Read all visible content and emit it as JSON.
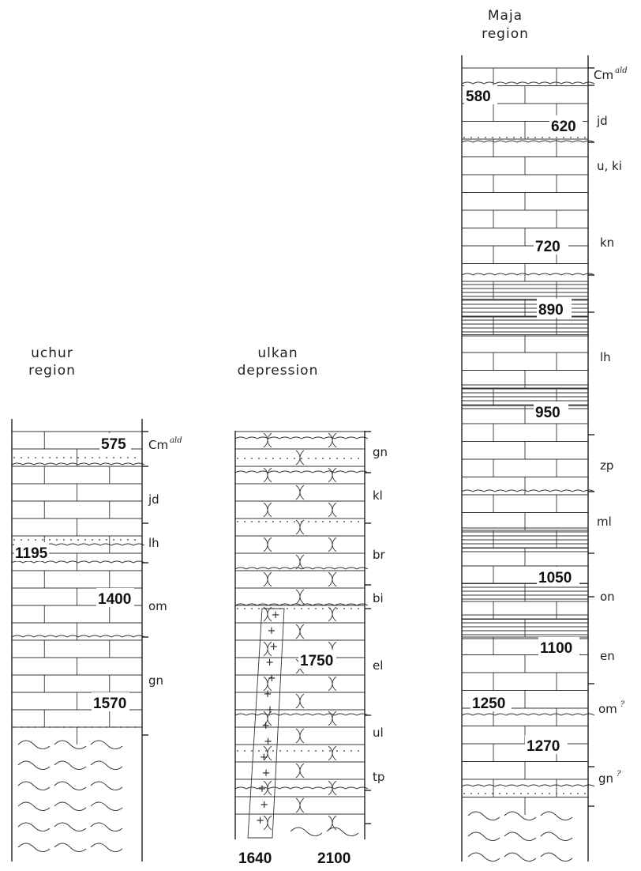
{
  "columns": [
    {
      "id": "uchur",
      "title": [
        "uchur",
        "region"
      ],
      "units": [
        {
          "code": "Cm",
          "sup": "ald"
        },
        {
          "code": "jd",
          "sup": ""
        },
        {
          "code": "lh",
          "sup": ""
        },
        {
          "code": "om",
          "sup": ""
        },
        {
          "code": "gn",
          "sup": ""
        }
      ],
      "ages": [
        "575",
        "1195",
        "1400",
        "1570"
      ]
    },
    {
      "id": "ulkan",
      "title": [
        "ulkan",
        "depression"
      ],
      "units": [
        {
          "code": "gn",
          "sup": ""
        },
        {
          "code": "kl",
          "sup": ""
        },
        {
          "code": "br",
          "sup": ""
        },
        {
          "code": "bi",
          "sup": ""
        },
        {
          "code": "el",
          "sup": ""
        },
        {
          "code": "ul",
          "sup": ""
        },
        {
          "code": "tp",
          "sup": ""
        }
      ],
      "ages": [
        "1750",
        "1640",
        "2100"
      ]
    },
    {
      "id": "maja",
      "title": [
        "Maja",
        "region"
      ],
      "units": [
        {
          "code": "Cm",
          "sup": "ald"
        },
        {
          "code": "jd",
          "sup": ""
        },
        {
          "code": "u, ki",
          "sup": ""
        },
        {
          "code": "kn",
          "sup": ""
        },
        {
          "code": "lh",
          "sup": ""
        },
        {
          "code": "zp",
          "sup": ""
        },
        {
          "code": "ml",
          "sup": ""
        },
        {
          "code": "on",
          "sup": ""
        },
        {
          "code": "en",
          "sup": ""
        },
        {
          "code": "om",
          "sup": "?"
        },
        {
          "code": "gn",
          "sup": "?"
        }
      ],
      "ages": [
        "580",
        "620",
        "720",
        "890",
        "950",
        "1050",
        "1100",
        "1250",
        "1270"
      ]
    }
  ]
}
